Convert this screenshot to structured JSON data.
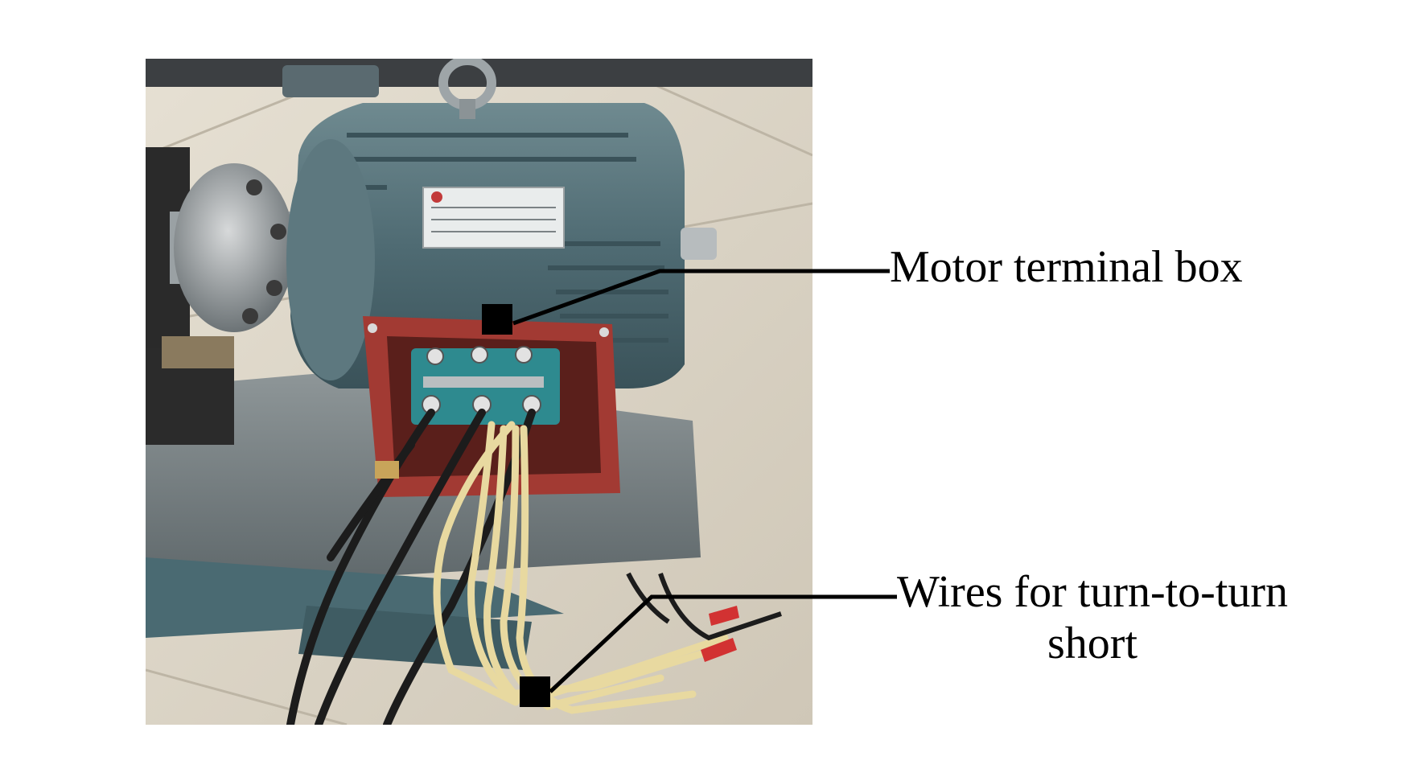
{
  "figure": {
    "labels": {
      "motor_terminal_box": "Motor terminal box",
      "wires_line1": "Wires for turn-to-turn",
      "wires_line2": "short"
    },
    "photo": {
      "subject": "induction motor on test bench with open terminal box and lead wires",
      "colors": {
        "background": "#ffffff",
        "floor": "#d9d2c3",
        "motor_body": "#4f6b73",
        "terminal_box": "#a23a33",
        "terminal_block": "#2e8a8f",
        "wires_yellow": "#e8d9a0",
        "wires_black": "#1c1c1c",
        "annotation": "#000000"
      }
    }
  }
}
